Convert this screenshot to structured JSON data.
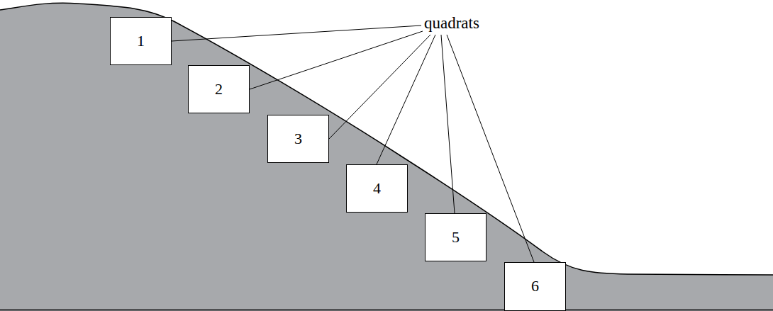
{
  "diagram": {
    "nodes": [
      {
        "text": [
          "1"
        ]
      },
      {
        "text": [
          "2"
        ]
      },
      {
        "text": [
          "3"
        ]
      },
      {
        "text": [
          "4"
        ]
      },
      {
        "text": [
          "5"
        ]
      },
      {
        "text": [
          "6"
        ]
      }
    ],
    "labels": [
      "quadrats"
    ]
  }
}
